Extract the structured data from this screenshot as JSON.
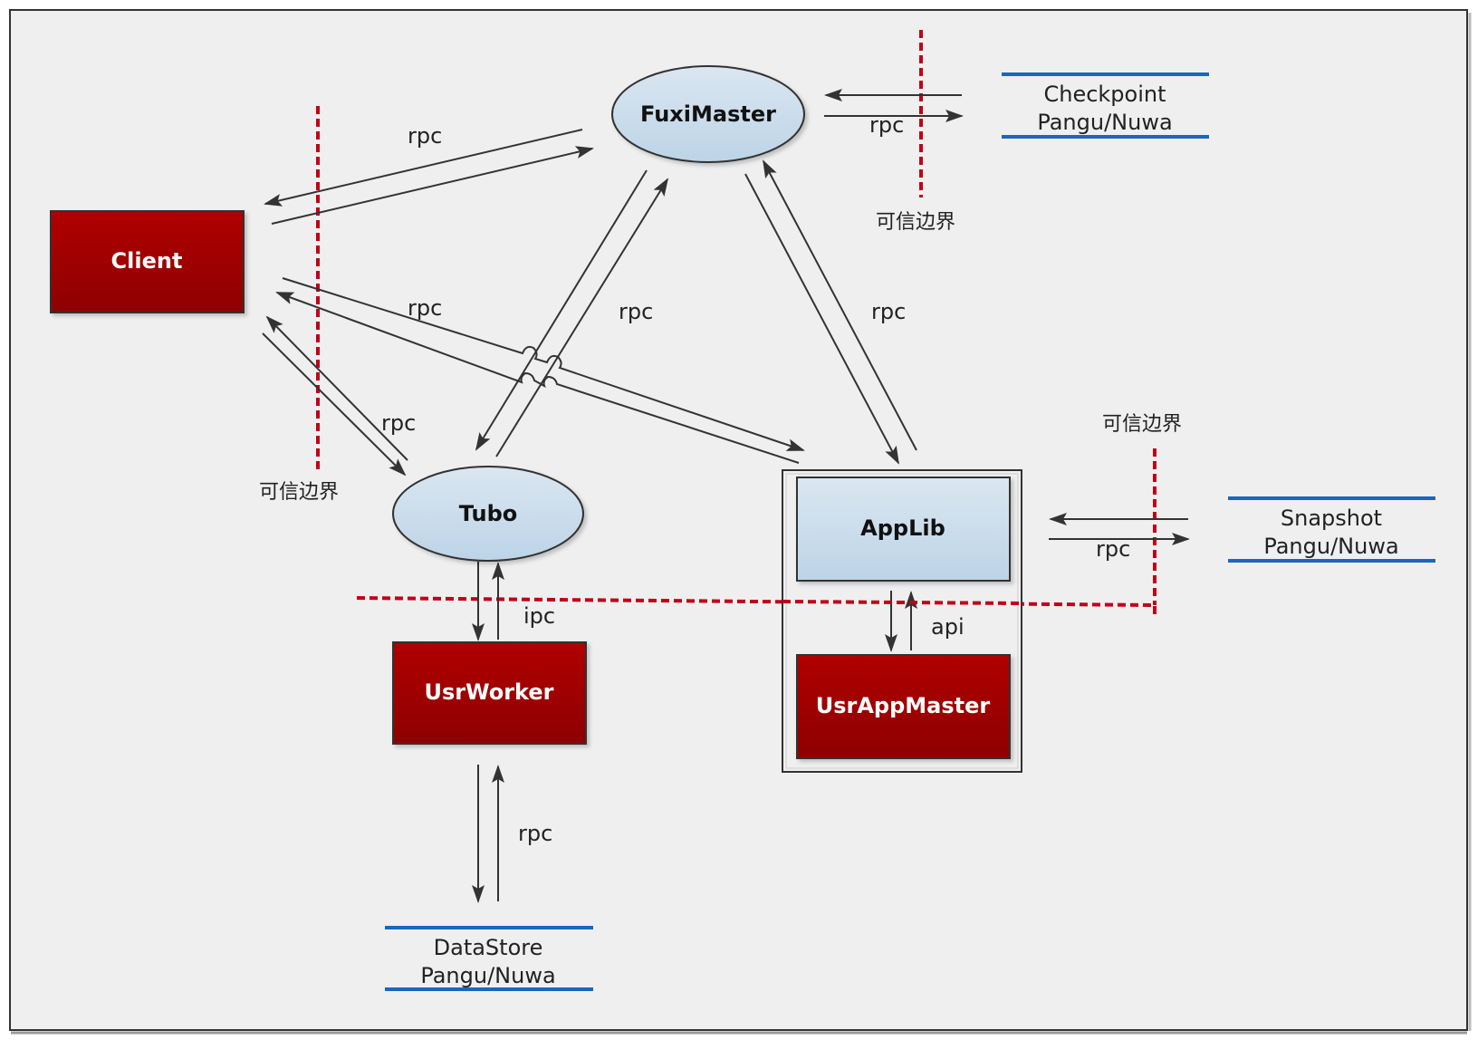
{
  "diagram": {
    "nodes": {
      "fuximaster": {
        "label": "FuxiMaster",
        "shape": "ellipse"
      },
      "client": {
        "label": "Client",
        "shape": "rect"
      },
      "tubo": {
        "label": "Tubo",
        "shape": "ellipse"
      },
      "applib": {
        "label": "AppLib",
        "shape": "rect"
      },
      "usrworker": {
        "label": "UsrWorker",
        "shape": "rect"
      },
      "usrappmaster": {
        "label": "UsrAppMaster",
        "shape": "rect"
      }
    },
    "stores": {
      "checkpoint": {
        "line1": "Checkpoint",
        "line2": "Pangu/Nuwa"
      },
      "snapshot": {
        "line1": "Snapshot",
        "line2": "Pangu/Nuwa"
      },
      "datastore": {
        "line1": "DataStore",
        "line2": "Pangu/Nuwa"
      }
    },
    "edge_labels": {
      "client_fuximaster": "rpc",
      "fuximaster_checkpoint": "rpc",
      "client_applib": "rpc",
      "tubo_fuximaster": "rpc",
      "applib_fuximaster": "rpc",
      "client_tubo": "rpc",
      "tubo_usrworker": "ipc",
      "applib_snapshot": "rpc",
      "applib_usrappmaster": "api",
      "usrworker_datastore": "rpc"
    },
    "boundaries": {
      "top_right": "可信边界",
      "left": "可信边界",
      "right": "可信边界"
    },
    "colors": {
      "red_node": "#a80000",
      "blue_node": "#c8dcec",
      "boundary": "#c00018",
      "store_line": "#1a66c0",
      "background": "#efefef"
    }
  }
}
